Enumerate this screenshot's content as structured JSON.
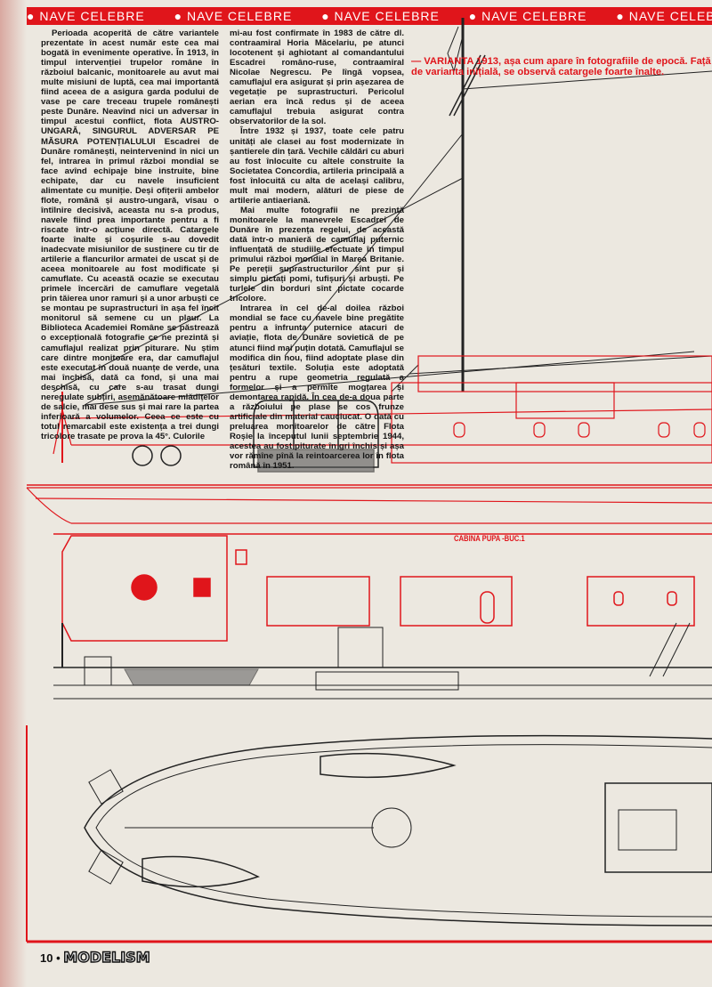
{
  "header": {
    "section_label": "NAVE CELEBRE",
    "bullet": "●"
  },
  "article": {
    "column1": [
      "Perioada acoperită de către variantele prezentate în acest număr este cea mai bogată în evenimente operative. În 1913, în timpul intervenției trupelor române în războiul balcanic, monitoarele au avut mai multe misiuni de luptă, cea mai importantă fiind aceea de a asigura garda podului de vase pe care treceau trupele românești peste Dunăre. Neavînd nici un adversar în timpul acestui conflict, flota AUSTRO-UNGARĂ, SINGURUL ADVERSAR PE MĂSURA POTENȚIALULUI Escadrei de Dunăre românești, neintervenind în nici un fel, intrarea în primul război mondial se face avînd echipaje bine instruite, bine echipate, dar cu navele insuficient alimentate cu muniție. Deși ofițerii ambelor flote, română și austro-ungară, visau o întîlnire decisivă, aceasta nu s-a produs, navele fiind prea importante pentru a fi riscate într-o acțiune directă. Catargele foarte înalte și coșurile s-au dovedit inadecvate misiunilor de susținere cu tir de artilerie a flancurilor armatei de uscat și de aceea monitoarele au fost modificate și camuflate. Cu această ocazie se executau primele încercări de camuflare vegetală prin tăierea unor ramuri și a unor arbuști ce se montau pe suprastructuri în așa fel încît monitorul să semene cu un plaur. La Biblioteca Academiei Române se păstrează o excepțională fotografie ce ne prezintă și camuflajul realizat prin piturare. Nu știm care dintre monitoare era, dar camuflajul este executat în două nuanțe de verde, una mai închisă, dată ca fond, și una mai deschisă, cu care s-au trasat dungi neregulate subțiri, asemănătoare mlădițelor de salcie, mai dese sus și mai rare la partea inferioară a volumelor. Ceea ce este cu totul remarcabil este existența a trei dungi tricolore trasate pe prova la 45°. Culorile"
    ],
    "column2": [
      "mi-au fost confirmate în 1983 de către dl. contraamiral Horia Măcelariu, pe atunci locotenent și aghiotant al comandantului Escadrei româno-ruse, contraamiral Nicolae Negrescu. Pe lîngă vopsea, camuflajul era asigurat și prin așezarea de vegetație pe suprastructuri. Pericolul aerian era încă redus și de aceea camuflajul trebuia asigurat contra observatorilor de la sol.",
      "Între 1932 și 1937, toate cele patru unități ale clasei au fost modernizate în șantierele din țară. Vechile căldări cu aburi au fost înlocuite cu altele construite la Societatea Concordia, artileria principală a fost înlocuită cu alta de același calibru, mult mai modern, alături de piese de artilerie antiaeriană.",
      "Mai multe fotografii ne prezintă monitoarele la manevrele Escadrei de Dunăre în prezența regelui, de această dată într-o manieră de camuflaj puternic influențată de studiile efectuate în timpul primului război mondial în Marea Britanie. Pe pereții suprastructurilor sînt pur și simplu pictați pomi, tufișuri și arbuști. Pe turlele din borduri sînt pictate cocarde tricolore.",
      "Intrarea în cel de-al doilea război mondial se face cu navele bine pregătite pentru a înfrunta puternice atacuri de aviație, flota de Dunăre sovietică de pe atunci fiind mai puțin dotată. Camuflajul se modifica din nou, fiind adoptate plase din țesături textile. Soluția este adoptată pentru a rupe geometria regulată a formelor și a permite mogțarea și demontarea rapidă. În cea de-a doua parte a războiului pe plase se cos frunze artificiale din material cauciucat. O dată cu preluarea monitoarelor de către Flota Roșie la începutul lunii septembrie 1944, acestea au fost piturate în gri închis și așa vor rămîne pînă la reintoarcerea lor în flota română în 1951."
    ]
  },
  "caption": "— VARIANTA 1913, așa cum apare în fotografiile de epocă. Față de varianta inițială, se observă catargele foarte înalte.",
  "drawing": {
    "cabin_label": "CABINA PUPA -BUC.1"
  },
  "footer": {
    "page_number": "10",
    "bullet": "•",
    "magazine": "MODELISM"
  },
  "colors": {
    "accent_red": "#e0151b",
    "paper": "#ece8e0",
    "ink": "#161616"
  }
}
